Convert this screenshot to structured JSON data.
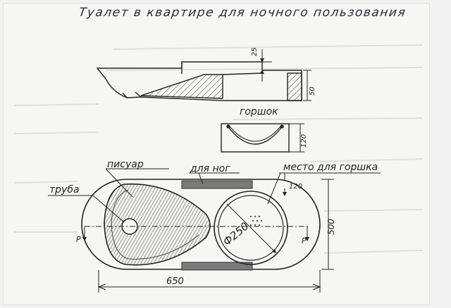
{
  "title": "Туалет в квартире для ночного пользования",
  "labels": {
    "pot": "горшок",
    "urinal": "писуар",
    "feet": "для ног",
    "pot_place": "место для горшка",
    "pipe": "труба",
    "diameter": "Ф250",
    "p_left": "Р",
    "p_right": "Р"
  },
  "dimensions": {
    "d25": "25",
    "d50": "50",
    "d120_pot": "120",
    "d120_plan": "120",
    "d500": "500",
    "d650": "650"
  },
  "colors": {
    "ink": "#222222",
    "paper": "#f6f6f4",
    "pencil_fill": "#9a9a9a",
    "dark_fill": "#6e6e6e"
  }
}
